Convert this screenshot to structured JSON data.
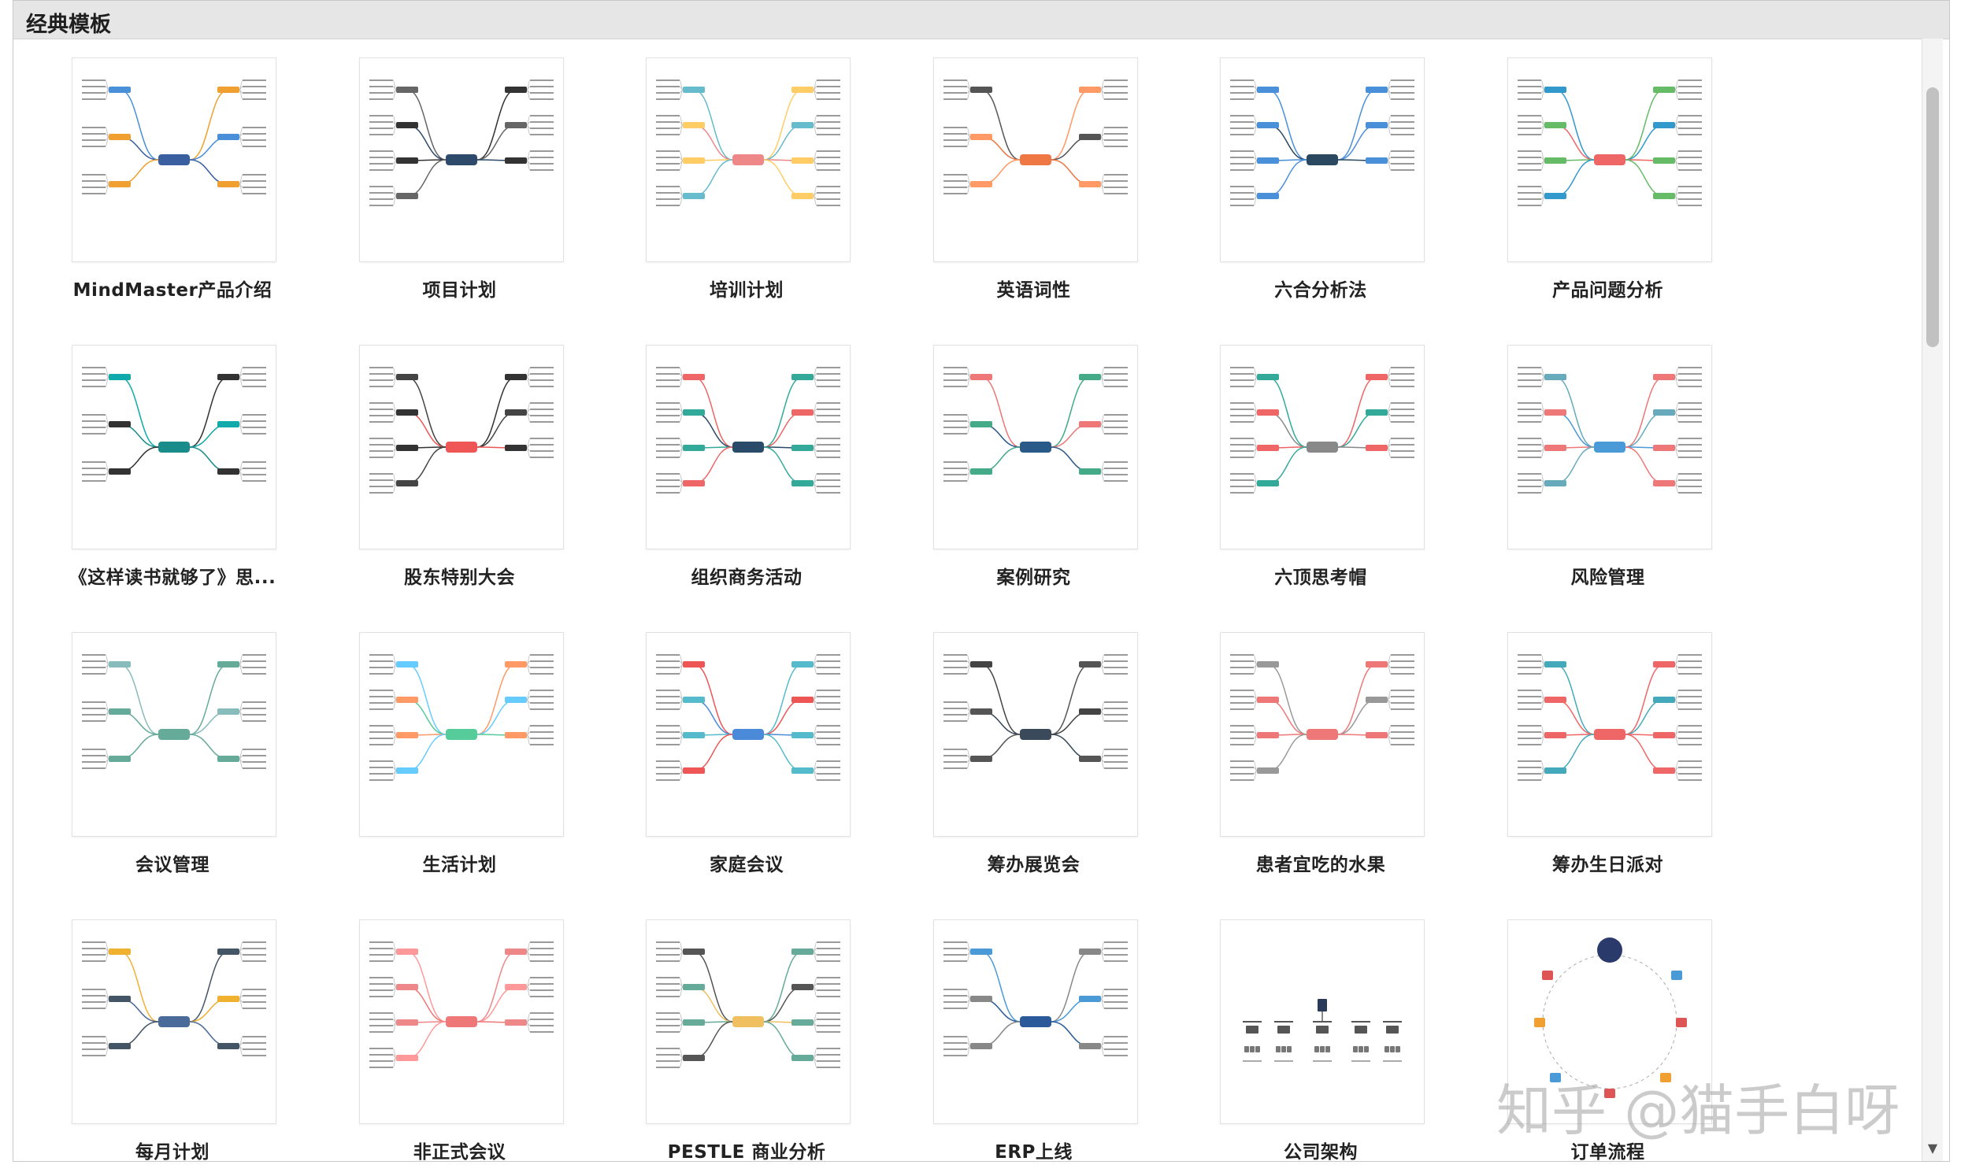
{
  "section": {
    "title": "经典模板"
  },
  "templates": [
    {
      "label": "MindMaster产品介绍",
      "style": "mm-intro"
    },
    {
      "label": "项目计划",
      "style": "project"
    },
    {
      "label": "培训计划",
      "style": "training"
    },
    {
      "label": "英语词性",
      "style": "english"
    },
    {
      "label": "六合分析法",
      "style": "sixfold"
    },
    {
      "label": "产品问题分析",
      "style": "product"
    },
    {
      "label": "《这样读书就够了》思...",
      "style": "reading"
    },
    {
      "label": "股东特别大会",
      "style": "shareholder"
    },
    {
      "label": "组织商务活动",
      "style": "business"
    },
    {
      "label": "案例研究",
      "style": "case"
    },
    {
      "label": "六顶思考帽",
      "style": "hats"
    },
    {
      "label": "风险管理",
      "style": "risk"
    },
    {
      "label": "会议管理",
      "style": "meeting"
    },
    {
      "label": "生活计划",
      "style": "life"
    },
    {
      "label": "家庭会议",
      "style": "family"
    },
    {
      "label": "筹办展览会",
      "style": "exhibit"
    },
    {
      "label": "患者宜吃的水果",
      "style": "fruit"
    },
    {
      "label": "筹办生日派对",
      "style": "birthday"
    },
    {
      "label": "每月计划",
      "style": "monthly"
    },
    {
      "label": "非正式会议",
      "style": "informal"
    },
    {
      "label": "PESTLE 商业分析",
      "style": "pestle"
    },
    {
      "label": "ERP上线",
      "style": "erp"
    },
    {
      "label": "公司架构",
      "style": "org"
    },
    {
      "label": "订单流程",
      "style": "order"
    }
  ],
  "watermark": "知乎 @猫手白呀",
  "colors": {
    "header_bg": "#e6e6e6",
    "text": "#222222"
  }
}
